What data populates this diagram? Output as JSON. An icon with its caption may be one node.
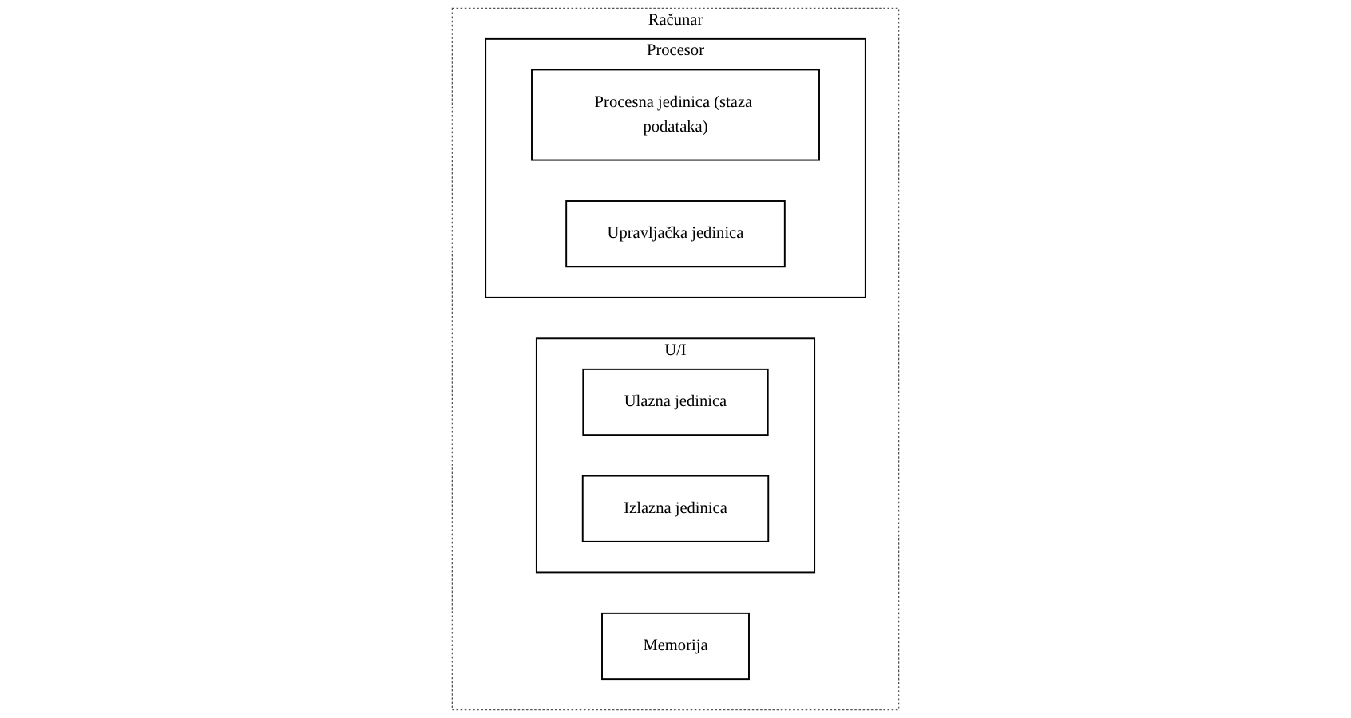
{
  "diagram": {
    "nodes": [
      {
        "text": [
          "Računar"
        ]
      },
      {
        "text": [
          "U/I"
        ],
        "in": 0
      },
      {
        "text": [
          "Ulazna jedinica"
        ],
        "in": 1
      },
      {
        "text": [
          "Izlazna jedinica"
        ],
        "in": 1
      },
      {
        "text": [
          "Memorija"
        ],
        "in": 0
      },
      {
        "text": [
          "Procesor"
        ],
        "in": 0
      },
      {
        "text": [
          "Procesna jedinica (staza podataka)"
        ],
        "in": 5
      },
      {
        "text": [
          "Upravljačka jedinica"
        ],
        "in": 5
      }
    ]
  }
}
